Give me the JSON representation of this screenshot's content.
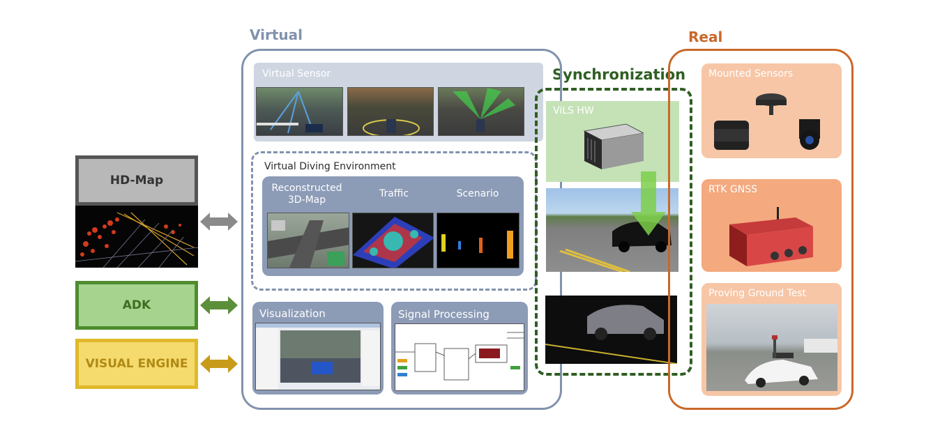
{
  "sections": {
    "virtual": "Virtual",
    "synchronization": "Synchronization",
    "real": "Real"
  },
  "left_blocks": {
    "hd_map": "HD-Map",
    "adk": "ADK",
    "visual_engine": "VISUAL ENGINE"
  },
  "virtual_panels": {
    "virtual_sensor": "Virtual Sensor",
    "environment": {
      "title": "Virtual Diving Environment",
      "cards": [
        {
          "label": "Reconstructed 3D-Map"
        },
        {
          "label": "Traffic"
        },
        {
          "label": "Scenario"
        }
      ]
    },
    "visualization": "Visualization",
    "signal_processing": "Signal Processing"
  },
  "sync_panels": {
    "vils_hw": "ViLS HW"
  },
  "real_panels": {
    "mounted_sensors": "Mounted Sensors",
    "rtk_gnss": "RTK GNSS",
    "proving_ground": "Proving Ground Test"
  },
  "colors": {
    "virtual": "#8192ad",
    "sync": "#2f5e23",
    "real": "#c9682a",
    "hd_map_arrow": "#8a8a8a",
    "adk_arrow": "#5c8f3a",
    "visual_engine_arrow": "#c89b1a"
  }
}
